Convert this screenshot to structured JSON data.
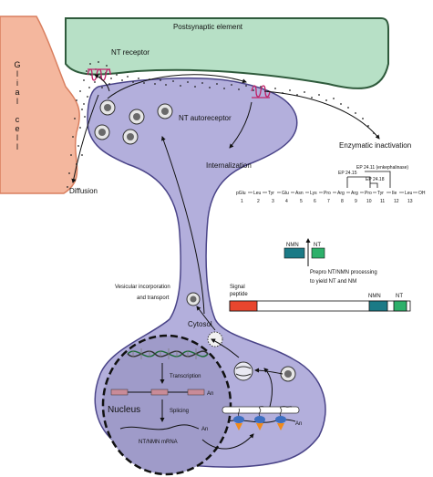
{
  "labels": {
    "postsynaptic": "Postsynaptic element",
    "nt_receptor": "NT receptor",
    "glial": [
      "G",
      "l",
      "i",
      "a",
      "l",
      "",
      "c",
      "e",
      "l",
      "l"
    ],
    "nt_autoreceptor": "NT autoreceptor",
    "internalization": "Internalization",
    "diffusion": "Diffusion",
    "enzymatic": "Enzymatic inactivation",
    "ep_2411": "EP 24.11 (enkephalinase)",
    "ep_2415": "EP 24.15",
    "ep_2418": "EP 24.18",
    "vesicular": [
      "Vesicular incorporation",
      "and transport"
    ],
    "cytosol": "Cytosol",
    "nucleus": "Nucleus",
    "transcription": "Transcription",
    "splicing": "Splicing",
    "mrna": "NT/NMN mRNA",
    "an_dna": "An",
    "an_mrna": "An",
    "an_ribo": "An",
    "signal_peptide": [
      "Signal",
      "peptide"
    ],
    "nmn_top": "NMN",
    "nt_top": "NT",
    "nmn_bar": "NMN",
    "nt_bar": "NT",
    "processing": [
      "Prepro NT/NMN processing",
      "to yield NT and NM"
    ]
  },
  "sequence": {
    "residues": [
      "pGlu",
      "Leu",
      "Tyr",
      "Glu",
      "Asn",
      "Lys",
      "Pro",
      "Arg",
      "Arg",
      "Pro",
      "Tyr",
      "Ile",
      "Leu",
      "OH"
    ],
    "numbers": [
      "1",
      "2",
      "3",
      "4",
      "5",
      "6",
      "7",
      "8",
      "9",
      "10",
      "11",
      "12",
      "13"
    ]
  },
  "colors": {
    "neuron": "#b3afdc",
    "neuron_stroke": "#4a4488",
    "postsynaptic": "#b7e0c6",
    "postsynaptic_stroke": "#2f5b3c",
    "glia": "#f4b79e",
    "glia_stroke": "#d97f5f",
    "receptor": "#c0246a",
    "signal_peptide": "#e8462e",
    "nmn": "#1b7a86",
    "nt": "#2db06a",
    "ribosome": "#3d6fc0",
    "ribosome_base": "#f08a1c"
  }
}
